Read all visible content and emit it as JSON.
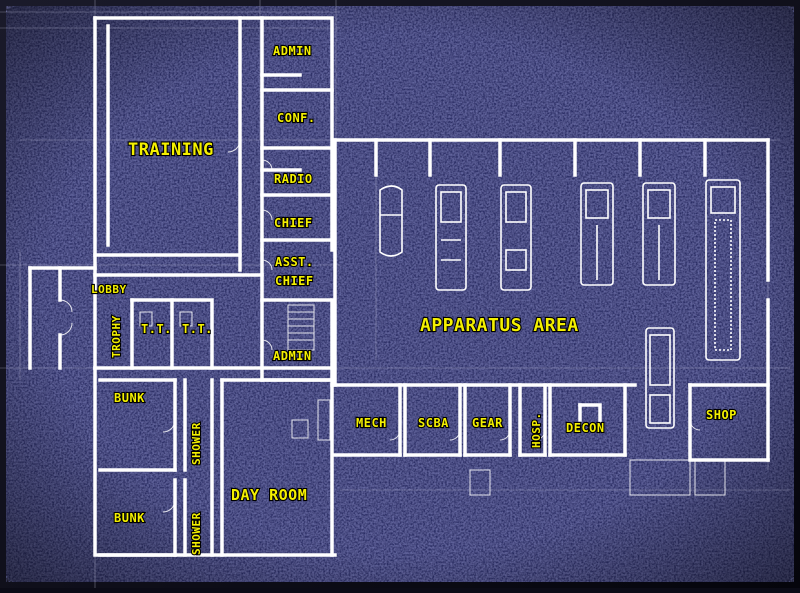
{
  "colors": {
    "background": "#2b2d66",
    "background_dark": "#151636",
    "walls": "#ffffff",
    "labels": "#f4f000",
    "frame": "#111122"
  },
  "rooms": {
    "admin_top": "ADMIN",
    "conf": "CONF.",
    "training": "TRAINING",
    "radio": "RADIO",
    "chief": "CHIEF",
    "asst_chief_line1": "ASST.",
    "asst_chief_line2": "CHIEF",
    "lobby": "LOBBY",
    "trophy": "TROPHY",
    "toilet_1": "T.T.",
    "toilet_2": "T.T.",
    "admin_lower": "ADMIN",
    "apparatus": "APPARATUS AREA",
    "bunk_top": "BUNK",
    "shower_top": "SHOWER",
    "day_room": "DAY ROOM",
    "bunk_bottom": "BUNK",
    "shower_bottom": "SHOWER",
    "mech": "MECH",
    "scba": "SCBA",
    "gear": "GEAR",
    "hosp": "HOSP.",
    "decon": "DECON",
    "shop": "SHOP"
  }
}
